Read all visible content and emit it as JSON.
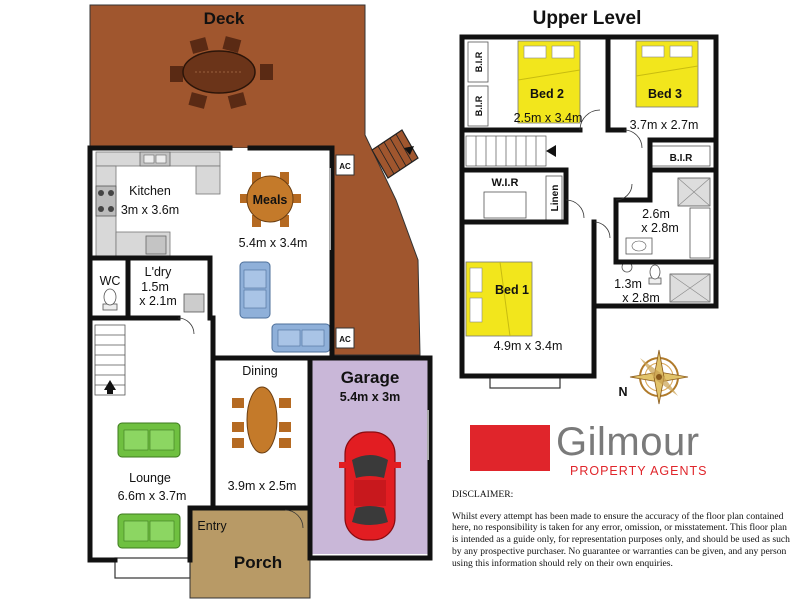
{
  "ground": {
    "deck": "Deck",
    "kitchen": "Kitchen",
    "kitchen_size": "3m x 3.6m",
    "meals": "Meals",
    "meals_size": "5.4m x 3.4m",
    "wc": "WC",
    "laundry": "L'dry",
    "laundry_w": "1.5m",
    "laundry_h": "x 2.1m",
    "dining": "Dining",
    "dining_size": "3.9m x 2.5m",
    "garage": "Garage",
    "garage_size": "5.4m x 3m",
    "lounge": "Lounge",
    "lounge_size": "6.6m x 3.7m",
    "entry": "Entry",
    "porch": "Porch",
    "ac_1": "AC",
    "ac_2": "AC"
  },
  "upper": {
    "title": "Upper Level",
    "bed2": "Bed 2",
    "bed2_size": "2.5m x 3.4m",
    "bed3": "Bed 3",
    "bed3_size": "3.7m x 2.7m",
    "bir_1": "B.I.R",
    "bir_2": "B.I.R",
    "bir_3": "B.I.R",
    "wir": "W.I.R",
    "linen": "Linen",
    "bath_size_1": "2.6m",
    "bath_size_2": "x 2.8m",
    "bed1": "Bed 1",
    "bed1_size": "4.9m x 3.4m",
    "ens_size_1": "1.3m",
    "ens_size_2": "x 2.8m"
  },
  "compass": {
    "north": "N"
  },
  "agency": {
    "name": "Gilmour",
    "tagline": "PROPERTY AGENTS",
    "brand_color": "#e0252b"
  },
  "disclaimer": {
    "heading": "DISCLAIMER:",
    "body": "Whilst every attempt has been made to ensure the accuracy of the floor plan contained here, no responsibility is taken for any error, omission, or misstatement. This floor plan is intended as a guide only, for representation purposes only, and should be used as such by any prospective purchaser. No guarantee or warranties can be given, and any person using this information should rely on their own enquiries."
  },
  "colors": {
    "deck": "#a0562e",
    "garage": "#c9b7d8",
    "porch": "#b89a66",
    "bed": "#f2e61c",
    "furniture": "#c47a2a",
    "sofa_blue": "#8fb0d9",
    "sofa_green": "#6fc040",
    "car": "#e21d22"
  }
}
